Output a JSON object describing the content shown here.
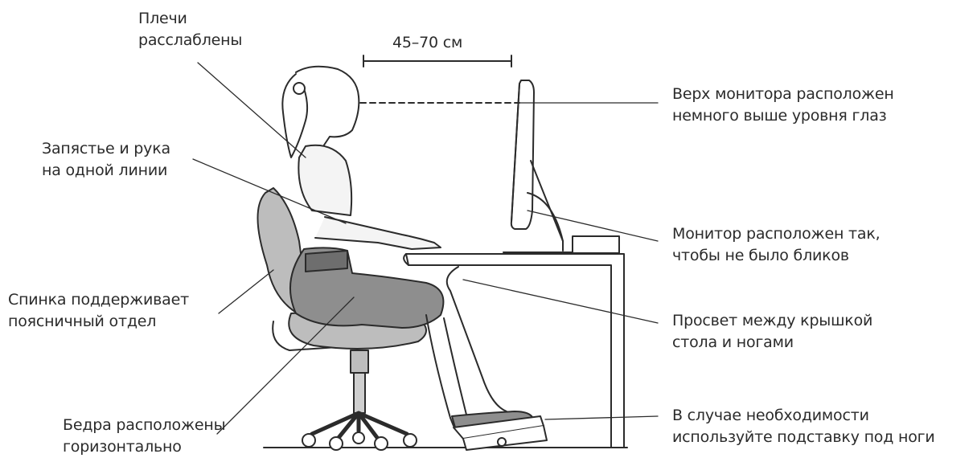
{
  "distance": "45–70 см",
  "labels": {
    "shoulders": "Плечи\nрасслаблены",
    "wrist": "Запястье и рука\nна одной линии",
    "back": "Спинка поддерживает\nпоясничный отдел",
    "thighs": "Бедра расположены\nгоризонтально",
    "monitor_top": "Верх монитора расположен\nнемного выше уровня глаз",
    "monitor_glare": "Монитор расположен так,\nчтобы не было бликов",
    "clearance": "Просвет между крышкой\nстола и ногами",
    "footrest": "В случае необходимости\nиспользуйте подставку под ноги"
  },
  "colors": {
    "outline": "#2b2b2b",
    "chair": "#bdbdbd",
    "skirt": "#8e8e8e",
    "shirt": "#f4f4f4"
  }
}
